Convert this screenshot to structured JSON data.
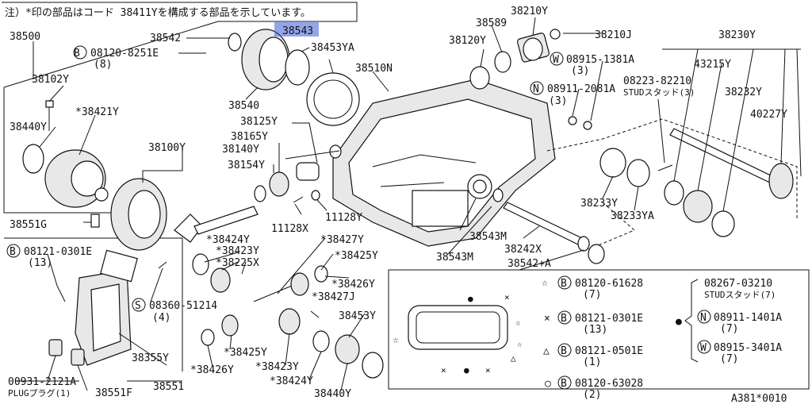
{
  "note": "注）*印の部品はコード 38411Yを構成する部品を示しています。",
  "diagram_id": "A381*0010",
  "highlighted_part": "38543",
  "labels": {
    "p38500": "38500",
    "p08120_8251E": "08120-8251E",
    "q8": "(8)",
    "p38102Y": "38102Y",
    "p38421Y": "*38421Y",
    "p38440Y_a": "38440Y",
    "p38542_top": "38542",
    "p38543": "38543",
    "p38540": "38540",
    "p38453YA": "38453YA",
    "p38510N": "38510N",
    "p38589": "38589",
    "p38210Y": "38210Y",
    "p38210J": "38210J",
    "p38120Y": "38120Y",
    "p08915_1381A": "08915-1381A",
    "q3a": "(3)",
    "p08911_2081A": "08911-2081A",
    "q3b": "(3)",
    "p38230Y": "38230Y",
    "p43215Y": "43215Y",
    "p08223_82210": "08223-82210",
    "stud3": "STUDスタッド(3)",
    "p38232Y": "38232Y",
    "p40227Y": "40227Y",
    "p38125Y": "38125Y",
    "p38165Y": "38165Y",
    "p38100Y": "38100Y",
    "p38140Y": "38140Y",
    "p38154Y": "38154Y",
    "p11128Y": "11128Y",
    "p11128X": "11128X",
    "p38233Y": "38233Y",
    "p38233YA": "38233YA",
    "p38551G": "38551G",
    "p38424Y_a": "*38424Y",
    "p38423Y_a": "*38423Y",
    "p38225X": "*38225X",
    "p38427Y": "*38427Y",
    "p38425Y_a": "*38425Y",
    "p38426Y_a": "*38426Y",
    "p38427J": "*38427J",
    "p08121_0301E": "08121-0301E",
    "q13": "(13)",
    "p08360_51214": "08360-51214",
    "q4": "(4)",
    "p38543M_a": "38543M",
    "p38242X": "38242X",
    "p38543M_b": "38543M",
    "p38542A": "38542+A",
    "p38453Y": "38453Y",
    "p38425Y_b": "*38425Y",
    "p38426Y_b": "*38426Y",
    "p38423Y_b": "*38423Y",
    "p38424Y_b": "*38424Y",
    "p38440Y_b": "38440Y",
    "p38355Y": "38355Y",
    "p38551": "38551",
    "p00931_2121A": "00931-2121A",
    "plug1": "PLUGプラグ(1)",
    "p38551F": "38551F"
  },
  "legend": {
    "star_code": "08120-61628",
    "star_qty": "(7)",
    "x_code": "08121-0301E",
    "x_qty": "(13)",
    "tri_code": "08121-0501E",
    "tri_qty": "(1)",
    "circ_code": "08120-63028",
    "circ_qty": "(2)",
    "dot_stud": "08267-03210",
    "dot_stud_name": "STUDスタッド(7)",
    "dot_n": "08911-1401A",
    "dot_n_qty": "(7)",
    "dot_w": "08915-3401A",
    "dot_w_qty": "(7)"
  },
  "symbols": {
    "bolt": "B",
    "nut": "N",
    "washer": "W",
    "screw": "S",
    "star": "☆",
    "cross": "×",
    "triangle": "△",
    "circle": "○",
    "dot": "●",
    "asterisk": "*"
  }
}
